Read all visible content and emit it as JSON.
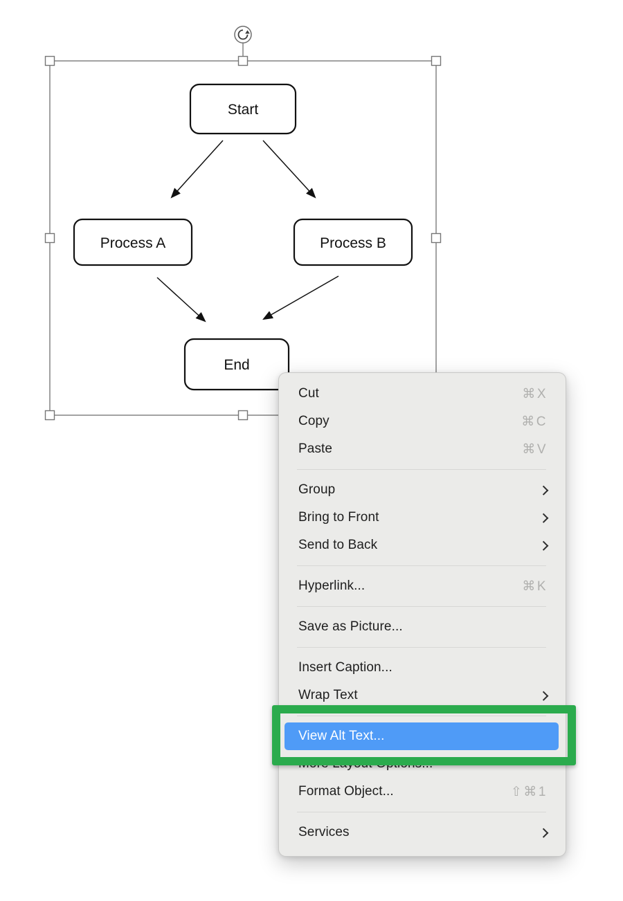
{
  "diagram": {
    "nodes": [
      {
        "id": "start",
        "label": "Start"
      },
      {
        "id": "process-a",
        "label": "Process A"
      },
      {
        "id": "process-b",
        "label": "Process B"
      },
      {
        "id": "end",
        "label": "End"
      }
    ]
  },
  "context_menu": {
    "items": [
      {
        "label": "Cut",
        "shortcut": "⌘X"
      },
      {
        "label": "Copy",
        "shortcut": "⌘C"
      },
      {
        "label": "Paste",
        "shortcut": "⌘V"
      },
      {
        "label": "Group",
        "submenu": true
      },
      {
        "label": "Bring to Front",
        "submenu": true
      },
      {
        "label": "Send to Back",
        "submenu": true
      },
      {
        "label": "Hyperlink...",
        "shortcut": "⌘K"
      },
      {
        "label": "Save as Picture..."
      },
      {
        "label": "Insert Caption..."
      },
      {
        "label": "Wrap Text",
        "submenu": true
      },
      {
        "label": "View Alt Text...",
        "highlighted": true
      },
      {
        "label": "More Layout Options..."
      },
      {
        "label": "Format Object...",
        "shortcut": "⇧⌘1"
      },
      {
        "label": "Services",
        "submenu": true
      }
    ]
  },
  "colors": {
    "highlight-blue": "#4f9bf7",
    "annotation-green": "#2bab4d",
    "menu-bg": "#ebebe9",
    "menu-text": "#1e1e1e",
    "shortcut-gray": "#b0b0ae"
  }
}
